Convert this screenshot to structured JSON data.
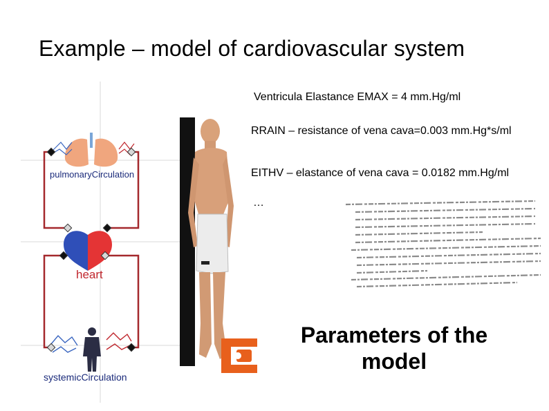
{
  "title": "Example – model of cardiovascular system",
  "params": [
    "Ventricula Elastance EMAX = 4 mm.Hg/ml",
    "RRAIN – resistance of vena cava=0.003 mm.Hg*s/ml",
    "EITHV – elastance of vena cava = 0.0182 mm.Hg/ml",
    "…"
  ],
  "diagram": {
    "pulmonary_label": "pulmonaryCirculation",
    "heart_label": "heart",
    "systemic_label": "systemicCirculation"
  },
  "caption": "Parameters of the model",
  "colors": {
    "vessel_red": "#c0262d",
    "vessel_blue": "#2f4fb8",
    "wire": "#a4282c",
    "logo_orange": "#e8601c"
  }
}
